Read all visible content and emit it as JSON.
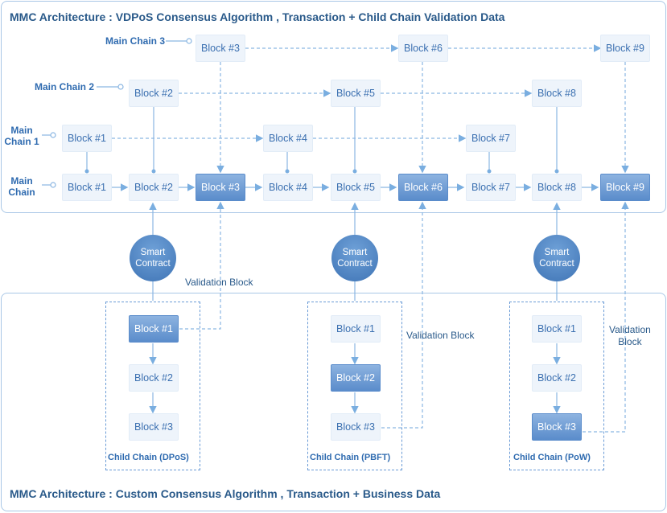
{
  "top_title": "MMC Architecture : VDPoS Consensus Algorithm , Transaction + Child Chain Validation Data",
  "bottom_title": "MMC Architecture : Custom Consensus Algorithm , Transaction + Business Data",
  "chain_labels": {
    "main_chain_3": "Main Chain 3",
    "main_chain_2": "Main Chain 2",
    "main_chain_1": "Main\nChain 1",
    "main_chain": "Main\nChain"
  },
  "blocks": {
    "b1": "Block #1",
    "b2": "Block #2",
    "b3": "Block #3",
    "b4": "Block #4",
    "b5": "Block #5",
    "b6": "Block #6",
    "b7": "Block #7",
    "b8": "Block #8",
    "b9": "Block #9"
  },
  "smart_contract": "Smart\nContract",
  "validation_block": "Validation Block",
  "validation_block_wrapped": "Validation\nBlock",
  "child_chains": {
    "dpos": "Child Chain (DPoS)",
    "pbft": "Child Chain (PBFT)",
    "pow": "Child Chain (PoW)"
  },
  "colors": {
    "accent": "#2f6bb0",
    "line": "#7aaee0",
    "block_light": "#eef4fb",
    "block_dark": "#5a8ccb"
  }
}
